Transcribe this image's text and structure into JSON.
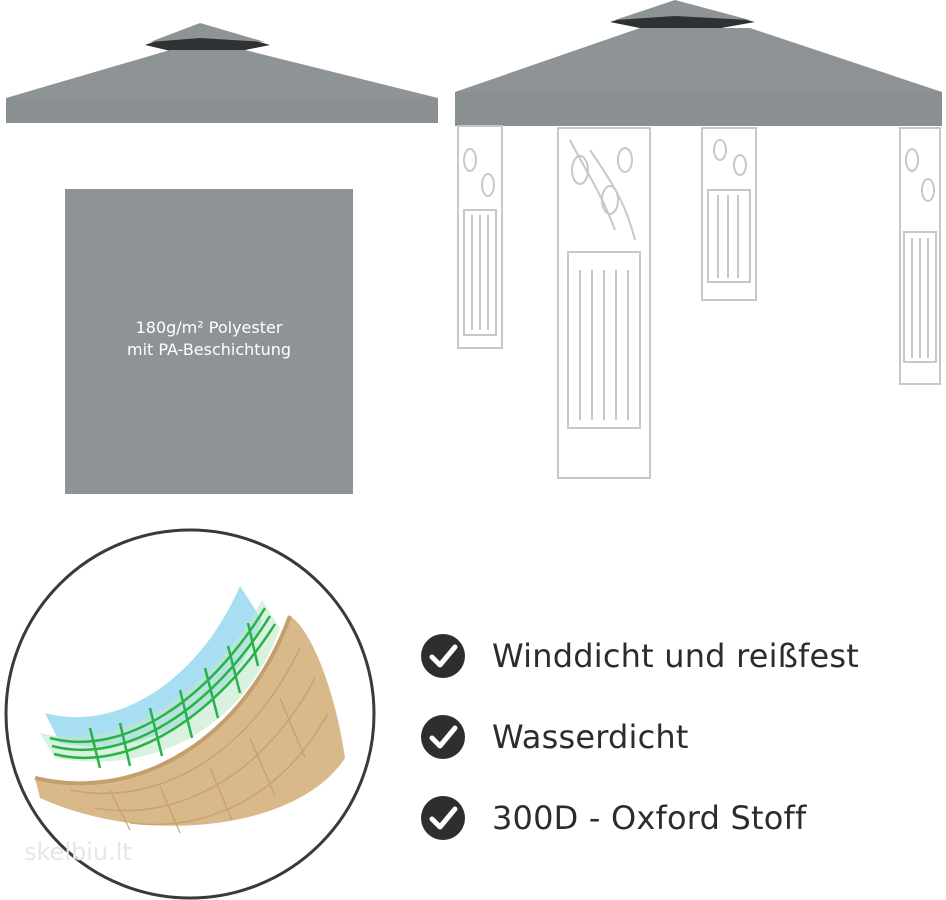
{
  "swatch": {
    "line1": "180g/m² Polyester",
    "line2": "mit PA-Beschichtung",
    "color": "#8e9395"
  },
  "features": [
    {
      "label": "Winddicht und reißfest",
      "icon": "check-circle-icon"
    },
    {
      "label": "Wasserdicht",
      "icon": "check-circle-icon"
    },
    {
      "label": "300D - Oxford Stoff",
      "icon": "check-circle-icon"
    }
  ],
  "watermark": "skelbiu.lt",
  "colors": {
    "roof": "#8e9395",
    "roof_dark": "#7e8385",
    "vent": "#2f3133",
    "frame": "#c8c8c8",
    "check": "#2e2e2e",
    "fabric": "#d9b98a",
    "mesh": "#27b24a",
    "film": "#8ad3ee"
  }
}
